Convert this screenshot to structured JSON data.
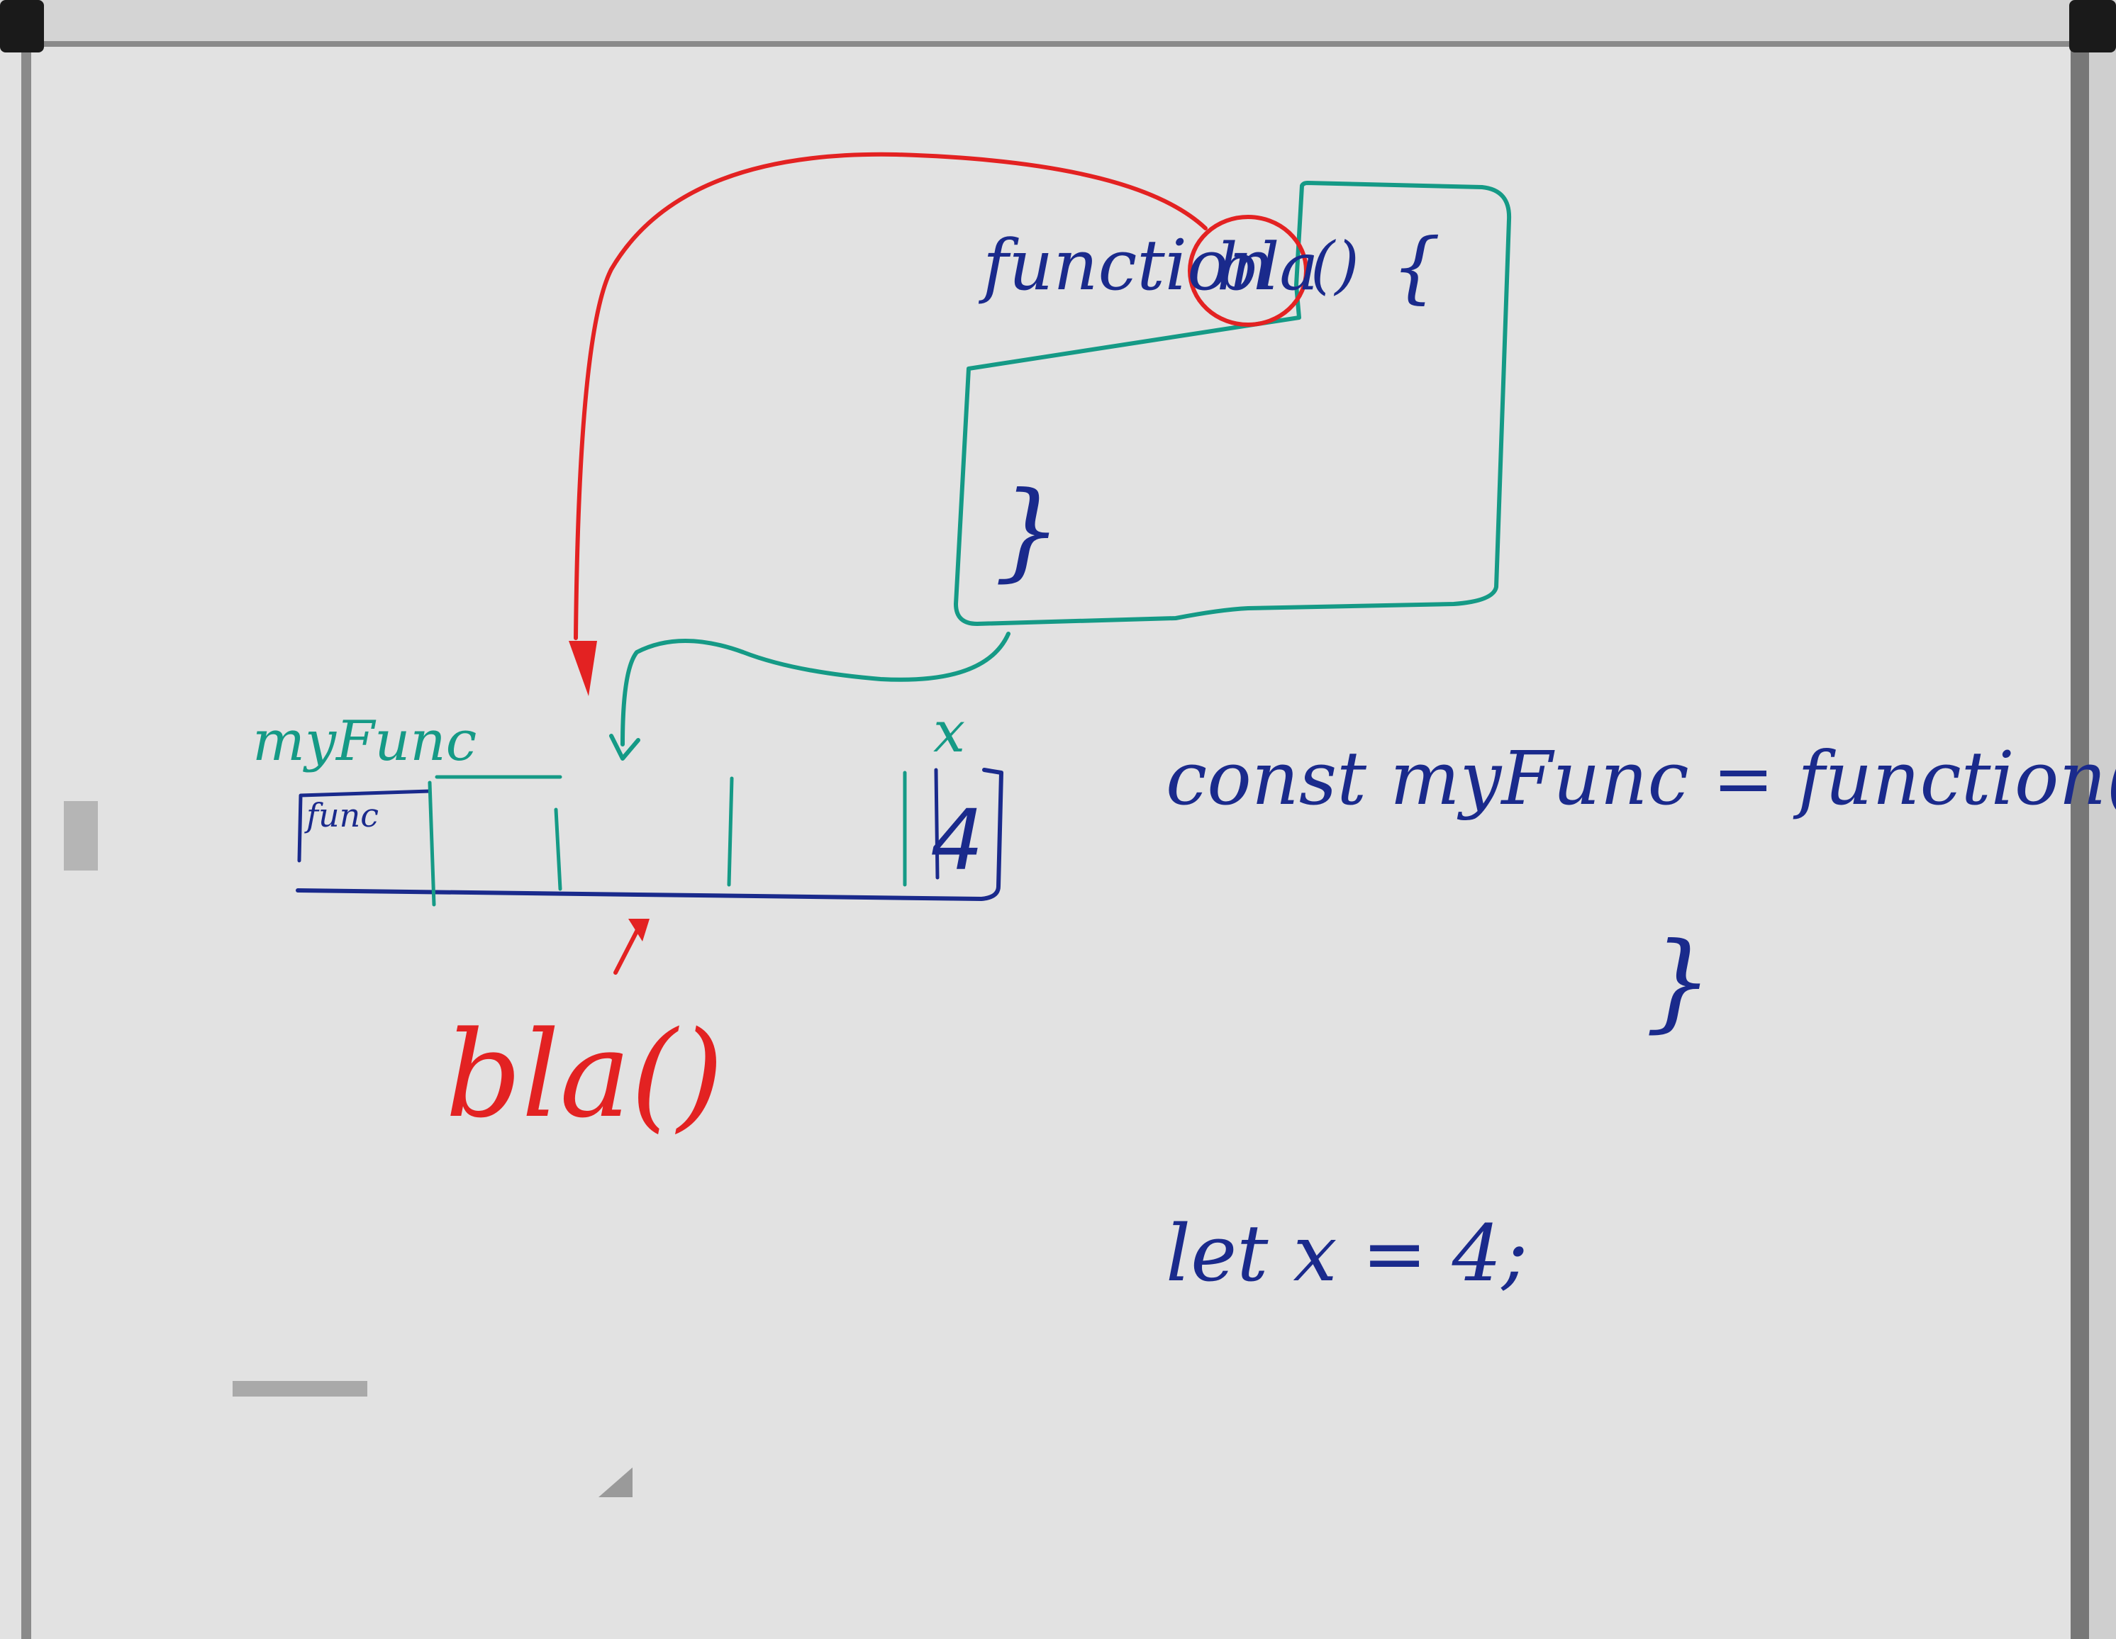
{
  "colors": {
    "board": "#e2e2e2",
    "frame": "#6f6f6f",
    "navy": "#1a2a8c",
    "teal": "#159a86",
    "red": "#e32222"
  },
  "code": {
    "function_keyword": "function",
    "function_name": "bla",
    "function_parens": "()",
    "open_brace": "{",
    "close_brace": "}",
    "const_decl": "const myFunc = function(){",
    "const_close": "}",
    "let_decl": "let x = 4;"
  },
  "memory": {
    "label_myfunc": "myFunc",
    "label_x": "x",
    "cell_func": "func",
    "cell_x_value": "4"
  },
  "call": {
    "text": "bla()"
  }
}
